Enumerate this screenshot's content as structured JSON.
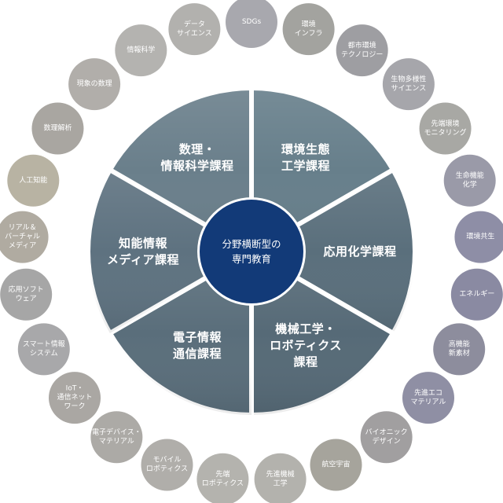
{
  "diagram": {
    "center": {
      "lines": [
        "分野横断型の",
        "専門教育"
      ],
      "color": "#123a78"
    },
    "sectors": [
      {
        "id": "env",
        "lines": [
          "環境生態",
          "工学課程"
        ],
        "color": "#677f8b"
      },
      {
        "id": "chem",
        "lines": [
          "応用化学課程"
        ],
        "color": "#5a6f7c"
      },
      {
        "id": "mech",
        "lines": [
          "機械工学・",
          "ロボティクス",
          "課程"
        ],
        "color": "#566a77"
      },
      {
        "id": "elec",
        "lines": [
          "電子情報",
          "通信課程"
        ],
        "color": "#5a6e7b"
      },
      {
        "id": "media",
        "lines": [
          "知能情報",
          "メディア課程"
        ],
        "color": "#5e7280"
      },
      {
        "id": "math",
        "lines": [
          "数理・",
          "情報科学課程"
        ],
        "color": "#6a7f8b"
      }
    ],
    "topics": [
      {
        "lines": [
          "SDGs"
        ],
        "color": "#a8a8ae"
      },
      {
        "lines": [
          "環境",
          "インフラ"
        ],
        "color": "#a3a39f"
      },
      {
        "lines": [
          "都市環境",
          "テクノロジー"
        ],
        "color": "#9e9ea2"
      },
      {
        "lines": [
          "生物多様性",
          "サイエンス"
        ],
        "color": "#a6a6ab"
      },
      {
        "lines": [
          "先端環境",
          "モニタリング"
        ],
        "color": "#a8a8a4"
      },
      {
        "lines": [
          "生命機能",
          "化学"
        ],
        "color": "#9a9aa8"
      },
      {
        "lines": [
          "環境共生"
        ],
        "color": "#8e8ea6"
      },
      {
        "lines": [
          "エネルギー"
        ],
        "color": "#8a8aa2"
      },
      {
        "lines": [
          "高機能",
          "新素材"
        ],
        "color": "#8d8d9d"
      },
      {
        "lines": [
          "先進エコ",
          "マテリアル"
        ],
        "color": "#8f8fa4"
      },
      {
        "lines": [
          "バイオニック",
          "デザイン"
        ],
        "color": "#a19fa0"
      },
      {
        "lines": [
          "航空宇宙"
        ],
        "color": "#a6a49c"
      },
      {
        "lines": [
          "先進機械",
          "工学"
        ],
        "color": "#b3b2ad"
      },
      {
        "lines": [
          "先端",
          "ロボティクス"
        ],
        "color": "#b4b3ae"
      },
      {
        "lines": [
          "モバイル",
          "ロボティクス"
        ],
        "color": "#b0aeaa"
      },
      {
        "lines": [
          "電子デバイス・",
          "マテリアル"
        ],
        "color": "#acaaa6"
      },
      {
        "lines": [
          "IoT・",
          "通信ネット",
          "ワーク"
        ],
        "color": "#aaa7a3"
      },
      {
        "lines": [
          "スマート情報",
          "システム"
        ],
        "color": "#a8a8aa"
      },
      {
        "lines": [
          "応用ソフト",
          "ウェア"
        ],
        "color": "#a6a6a6"
      },
      {
        "lines": [
          "リアル＆",
          "バーチャル",
          "メディア"
        ],
        "color": "#b0aba1"
      },
      {
        "lines": [
          "人工知能"
        ],
        "color": "#b8b3a3"
      },
      {
        "lines": [
          "数理解析"
        ],
        "color": "#a9a6a1"
      },
      {
        "lines": [
          "現象の数理"
        ],
        "color": "#b1aeaa"
      },
      {
        "lines": [
          "情報科学"
        ],
        "color": "#b4b3b0"
      },
      {
        "lines": [
          "データ",
          "サイエンス"
        ],
        "color": "#b2b1ae"
      }
    ]
  }
}
